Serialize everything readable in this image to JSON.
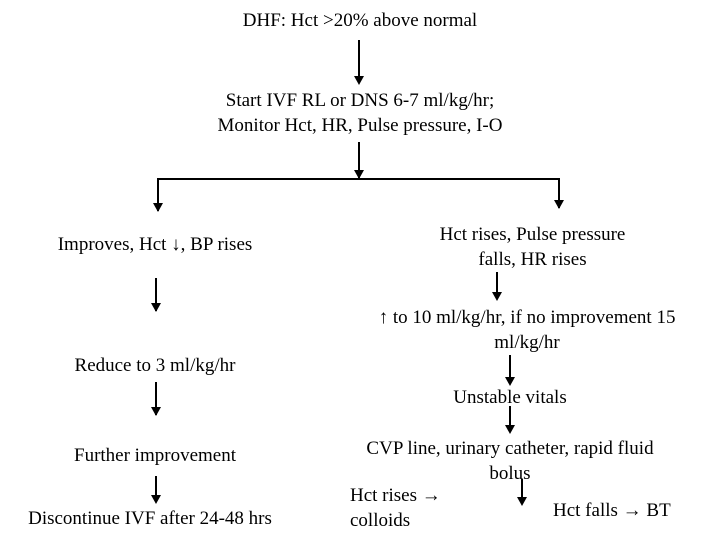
{
  "diagram": {
    "title": "DHF fluid management flowchart",
    "background_color": "#ffffff",
    "text_color": "#000000",
    "nodes": {
      "dhf_criteria": "DHF: Hct >20% above normal",
      "start_ivf": "Start IVF RL or DNS 6-7 ml/kg/hr;\nMonitor Hct, HR, Pulse pressure, I-O",
      "improves": "Improves, Hct ↓, BP rises",
      "reduce_rate": "Reduce to 3 ml/kg/hr",
      "further_improvement": "Further improvement",
      "discontinue_ivf": "Discontinue IVF after 24-48 hrs",
      "deteriorates": "Hct rises, Pulse pressure\nfalls, HR rises",
      "increase_rate": "↑ to 10 ml/kg/hr, if no improvement 15\nml/kg/hr",
      "unstable_vitals": "Unstable vitals",
      "cvp_line": "CVP line, urinary catheter, rapid fluid\nbolus",
      "hct_rises_colloids": "Hct rises →\ncolloids",
      "hct_falls_bt": "Hct falls → BT"
    }
  }
}
